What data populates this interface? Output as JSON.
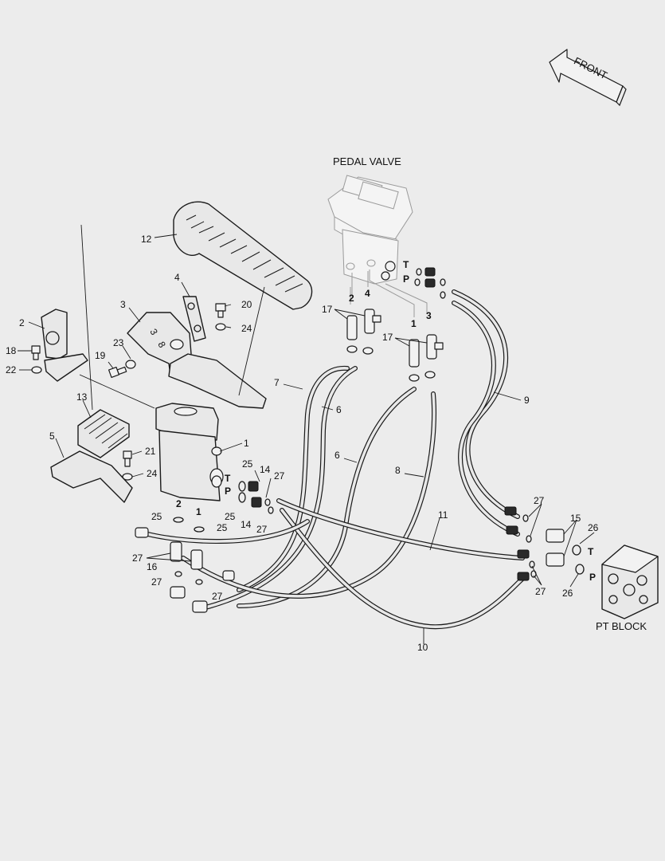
{
  "titles": {
    "front": "FRONT",
    "pedal_valve": "PEDAL VALVE",
    "pt_block": "PT BLOCK"
  },
  "callouts": [
    {
      "id": "c12",
      "text": "12"
    },
    {
      "id": "c4",
      "text": "4"
    },
    {
      "id": "c3",
      "text": "3"
    },
    {
      "id": "c20",
      "text": "20"
    },
    {
      "id": "c24a",
      "text": "24"
    },
    {
      "id": "c2",
      "text": "2"
    },
    {
      "id": "c23",
      "text": "23"
    },
    {
      "id": "c18",
      "text": "18"
    },
    {
      "id": "c19",
      "text": "19"
    },
    {
      "id": "c22",
      "text": "22"
    },
    {
      "id": "c13",
      "text": "13"
    },
    {
      "id": "c5",
      "text": "5"
    },
    {
      "id": "c21",
      "text": "21"
    },
    {
      "id": "c24b",
      "text": "24"
    },
    {
      "id": "c1a",
      "text": "1"
    },
    {
      "id": "c7",
      "text": "7"
    },
    {
      "id": "c6a",
      "text": "6"
    },
    {
      "id": "c6b",
      "text": "6"
    },
    {
      "id": "c8",
      "text": "8"
    },
    {
      "id": "c9",
      "text": "9"
    },
    {
      "id": "c17a",
      "text": "17"
    },
    {
      "id": "c17b",
      "text": "17"
    },
    {
      "id": "c25a",
      "text": "25"
    },
    {
      "id": "c14a",
      "text": "14"
    },
    {
      "id": "c27a",
      "text": "27"
    },
    {
      "id": "c25b",
      "text": "25"
    },
    {
      "id": "c14b",
      "text": "14"
    },
    {
      "id": "c27b",
      "text": "27"
    },
    {
      "id": "c25c",
      "text": "25"
    },
    {
      "id": "c25d",
      "text": "25"
    },
    {
      "id": "c27c",
      "text": "27"
    },
    {
      "id": "c16",
      "text": "16"
    },
    {
      "id": "c27d",
      "text": "27"
    },
    {
      "id": "c27e",
      "text": "27"
    },
    {
      "id": "c11",
      "text": "11"
    },
    {
      "id": "c10",
      "text": "10"
    },
    {
      "id": "c27f",
      "text": "27"
    },
    {
      "id": "c27g",
      "text": "27"
    },
    {
      "id": "c15",
      "text": "15"
    },
    {
      "id": "c26a",
      "text": "26"
    },
    {
      "id": "c26b",
      "text": "26"
    }
  ],
  "port_labels": [
    {
      "id": "pv2",
      "text": "2"
    },
    {
      "id": "pv4",
      "text": "4"
    },
    {
      "id": "pv1",
      "text": "1"
    },
    {
      "id": "pv3",
      "text": "3"
    },
    {
      "id": "pvT",
      "text": "T"
    },
    {
      "id": "pvP",
      "text": "P"
    },
    {
      "id": "mvT",
      "text": "T"
    },
    {
      "id": "mvP",
      "text": "P"
    },
    {
      "id": "mv2",
      "text": "2"
    },
    {
      "id": "mv1",
      "text": "1"
    },
    {
      "id": "ptT",
      "text": "T"
    },
    {
      "id": "ptP",
      "text": "P"
    }
  ],
  "pedal_face_marks": [
    "3",
    "8"
  ],
  "icons": [
    "front-arrow-icon"
  ]
}
